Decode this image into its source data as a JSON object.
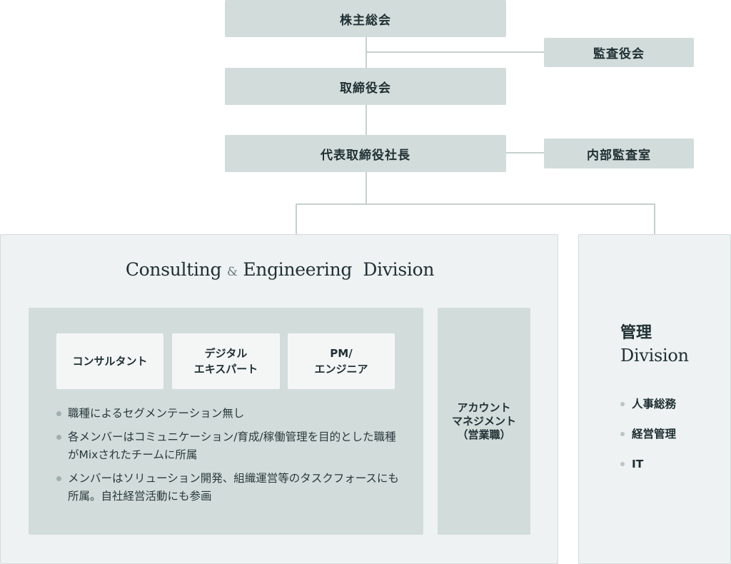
{
  "org": {
    "shareholders": "株主総会",
    "auditors": "監査役会",
    "board": "取締役会",
    "president": "代表取締役社長",
    "internal_audit": "内部監査室"
  },
  "ce_division": {
    "title_part1": "Consulting",
    "title_amp": "&",
    "title_part2": "Engineering",
    "title_part3": "Division",
    "roles": [
      "コンサルタント",
      "デジタル\nエキスパート",
      "PM/\nエンジニア"
    ],
    "bullets": [
      "職種によるセグメンテーション無し",
      "各メンバーはコミュニケーション/育成/稼働管理を目的とした職種がMixされたチームに所属",
      "メンバーはソリューション開発、組織運営等のタスクフォースにも所属。自社経営活動にも参画"
    ],
    "account_mgmt": "アカウント\nマネジメント\n（営業職）"
  },
  "admin_division": {
    "title_jp": "管理",
    "title_en": "Division",
    "items": [
      "人事総務",
      "経営管理",
      "IT"
    ]
  }
}
